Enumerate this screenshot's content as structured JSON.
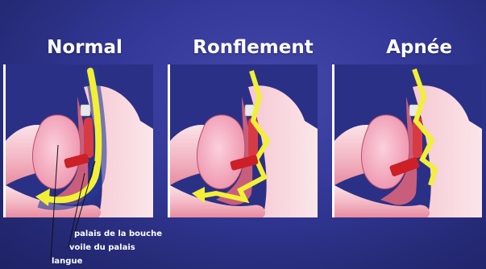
{
  "panels": [
    {
      "title": "Normal"
    },
    {
      "title": "Ronflement"
    },
    {
      "title": "Apnée"
    }
  ],
  "labels": {
    "palate": "palais de la bouche",
    "soft_palate": "voile du palais",
    "tongue": "langue"
  },
  "colors": {
    "background": "#2d3290",
    "airway": "#f2f035",
    "tongue": "#f5a9c0",
    "tissue": "#e5667a",
    "soft_palate": "#cc1f26",
    "panel_frame": "#ffffff"
  }
}
